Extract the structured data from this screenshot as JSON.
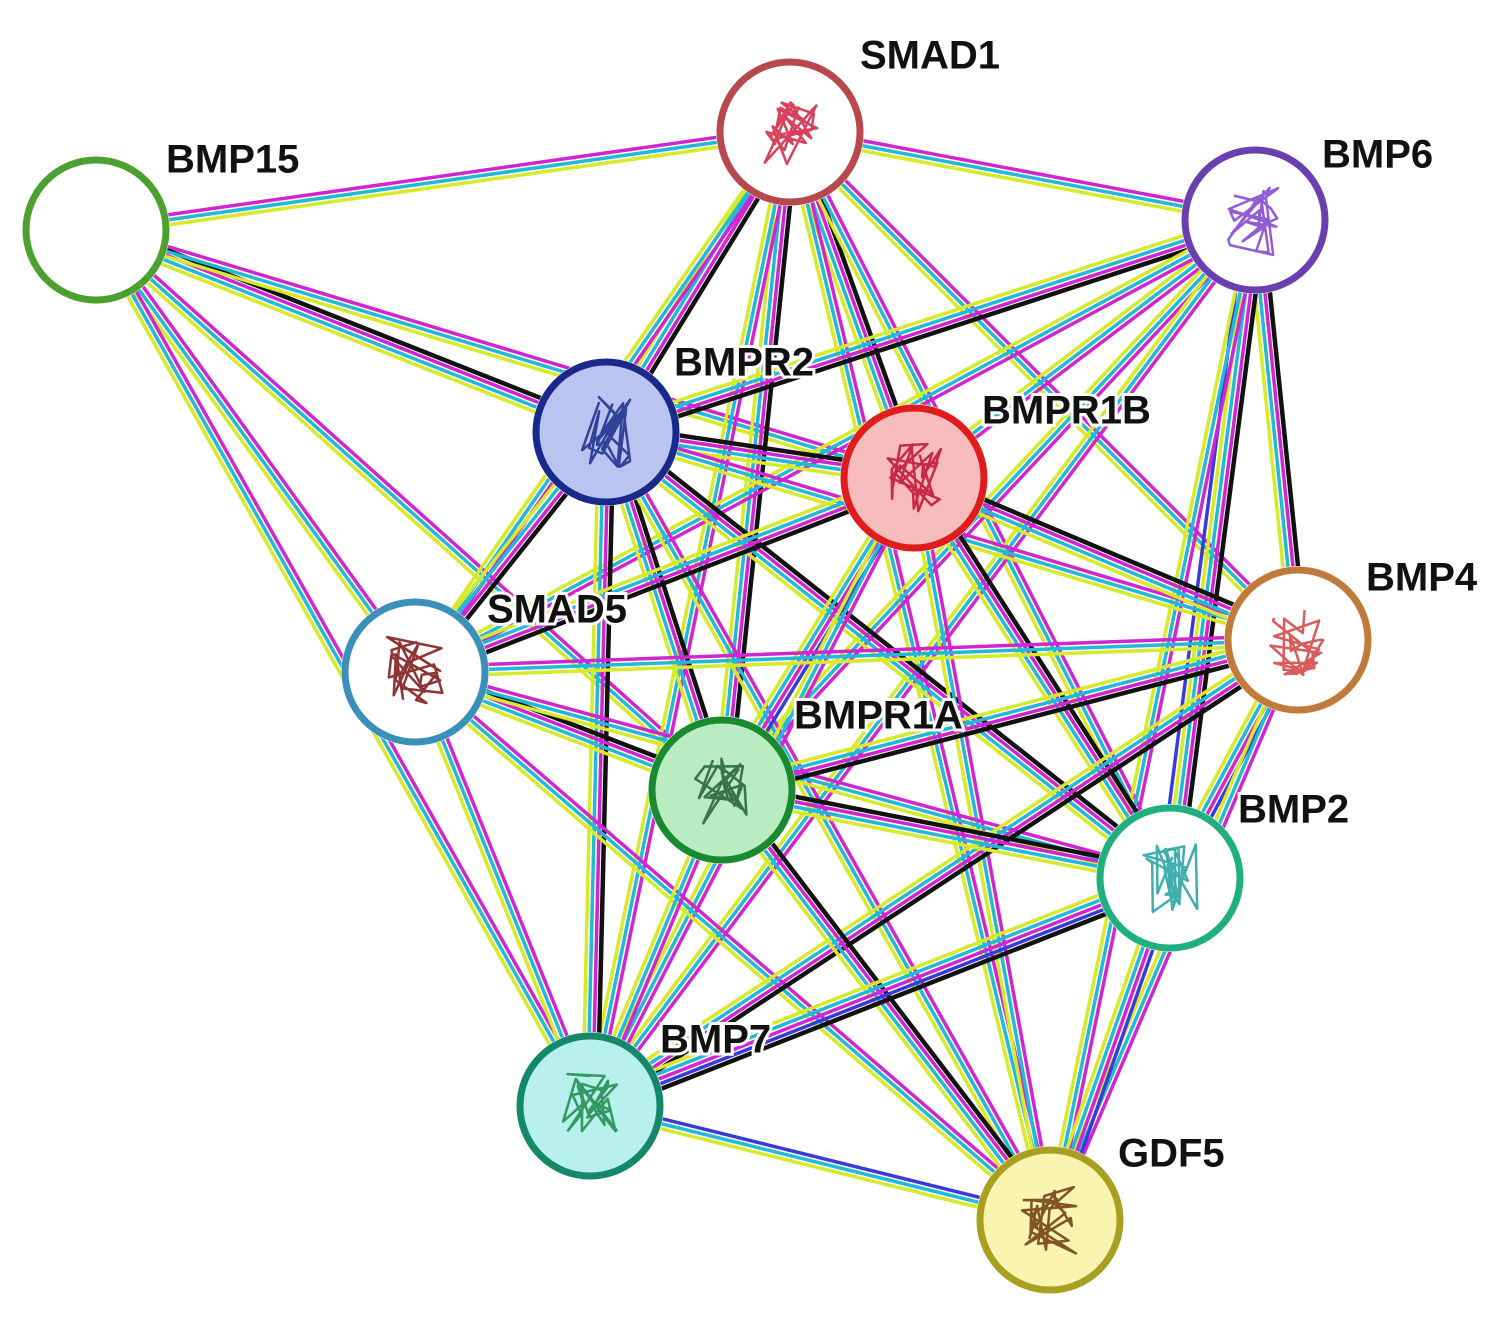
{
  "network": {
    "edge_colors": {
      "pink": "#d026d0",
      "cyan": "#22b8d8",
      "yellow": "#d6ea2a",
      "black": "#111111",
      "blue": "#3a3ad8"
    },
    "nodes": [
      {
        "id": "SMAD1",
        "label": "SMAD1",
        "color": "#b8484e",
        "fill": "#ffffff",
        "glyph": "#d02040",
        "structure": true
      },
      {
        "id": "BMP15",
        "label": "BMP15",
        "color": "#4ca030",
        "fill": "#ffffff",
        "glyph": "",
        "structure": false
      },
      {
        "id": "BMP6",
        "label": "BMP6",
        "color": "#6a40b0",
        "fill": "#ffffff",
        "glyph": "#8040d0",
        "structure": true
      },
      {
        "id": "BMPR2",
        "label": "BMPR2",
        "color": "#1a2a8a",
        "fill": "#b9c4f0",
        "glyph": "#1a2a8a",
        "structure": true
      },
      {
        "id": "BMPR1B",
        "label": "BMPR1B",
        "color": "#e01c1c",
        "fill": "#f8bcbc",
        "glyph": "#c01030",
        "structure": true
      },
      {
        "id": "SMAD5",
        "label": "SMAD5",
        "color": "#3a90b8",
        "fill": "#ffffff",
        "glyph": "#7a1010",
        "structure": true
      },
      {
        "id": "BMP4",
        "label": "BMP4",
        "color": "#c07a3a",
        "fill": "#ffffff",
        "glyph": "#d04040",
        "structure": true
      },
      {
        "id": "BMPR1A",
        "label": "BMPR1A",
        "color": "#1a8a30",
        "fill": "#b9ecc0",
        "glyph": "#206030",
        "structure": true
      },
      {
        "id": "BMP2",
        "label": "BMP2",
        "color": "#20b080",
        "fill": "#ffffff",
        "glyph": "#20a0a0",
        "structure": true
      },
      {
        "id": "BMP7",
        "label": "BMP7",
        "color": "#148868",
        "fill": "#b8f0ee",
        "glyph": "#1a8a4a",
        "structure": true
      },
      {
        "id": "GDF5",
        "label": "GDF5",
        "color": "#a8a020",
        "fill": "#fbf3b0",
        "glyph": "#6a3a10",
        "structure": true
      }
    ],
    "edges": [
      {
        "source": "BMP15",
        "target": "SMAD1",
        "types": [
          "pink",
          "cyan",
          "yellow"
        ]
      },
      {
        "source": "BMP15",
        "target": "BMPR2",
        "types": [
          "black",
          "pink",
          "cyan",
          "yellow"
        ]
      },
      {
        "source": "BMP15",
        "target": "BMPR1B",
        "types": [
          "pink",
          "cyan",
          "yellow"
        ]
      },
      {
        "source": "BMP15",
        "target": "SMAD5",
        "types": [
          "pink",
          "cyan",
          "yellow"
        ]
      },
      {
        "source": "BMP15",
        "target": "BMPR1A",
        "types": [
          "pink",
          "cyan",
          "yellow"
        ]
      },
      {
        "source": "BMP15",
        "target": "BMP7",
        "types": [
          "pink",
          "cyan",
          "yellow"
        ]
      },
      {
        "source": "SMAD1",
        "target": "BMP6",
        "types": [
          "pink",
          "cyan",
          "yellow"
        ]
      },
      {
        "source": "SMAD1",
        "target": "BMPR2",
        "types": [
          "black",
          "pink",
          "cyan",
          "yellow"
        ]
      },
      {
        "source": "SMAD1",
        "target": "BMPR1B",
        "types": [
          "black",
          "pink",
          "cyan",
          "yellow"
        ]
      },
      {
        "source": "SMAD1",
        "target": "SMAD5",
        "types": [
          "pink",
          "cyan",
          "yellow"
        ]
      },
      {
        "source": "SMAD1",
        "target": "BMP4",
        "types": [
          "pink",
          "cyan",
          "yellow"
        ]
      },
      {
        "source": "SMAD1",
        "target": "BMPR1A",
        "types": [
          "black",
          "pink",
          "cyan",
          "yellow"
        ]
      },
      {
        "source": "SMAD1",
        "target": "BMP2",
        "types": [
          "pink",
          "cyan",
          "yellow"
        ]
      },
      {
        "source": "SMAD1",
        "target": "BMP7",
        "types": [
          "pink",
          "cyan",
          "yellow"
        ]
      },
      {
        "source": "SMAD1",
        "target": "GDF5",
        "types": [
          "pink",
          "cyan",
          "yellow"
        ]
      },
      {
        "source": "BMP6",
        "target": "BMPR2",
        "types": [
          "black",
          "pink",
          "cyan",
          "yellow"
        ]
      },
      {
        "source": "BMP6",
        "target": "BMPR1B",
        "types": [
          "pink",
          "cyan",
          "yellow"
        ]
      },
      {
        "source": "BMP6",
        "target": "SMAD5",
        "types": [
          "pink",
          "cyan",
          "yellow"
        ]
      },
      {
        "source": "BMP6",
        "target": "BMP4",
        "types": [
          "black",
          "pink",
          "cyan",
          "yellow"
        ]
      },
      {
        "source": "BMP6",
        "target": "BMPR1A",
        "types": [
          "pink",
          "cyan",
          "yellow"
        ]
      },
      {
        "source": "BMP6",
        "target": "BMP2",
        "types": [
          "black",
          "pink",
          "cyan",
          "yellow",
          "blue"
        ]
      },
      {
        "source": "BMP6",
        "target": "BMP7",
        "types": [
          "pink",
          "cyan",
          "yellow"
        ]
      },
      {
        "source": "BMP6",
        "target": "GDF5",
        "types": [
          "pink",
          "cyan",
          "yellow"
        ]
      },
      {
        "source": "BMPR2",
        "target": "BMPR1B",
        "types": [
          "black",
          "pink",
          "cyan",
          "yellow"
        ]
      },
      {
        "source": "BMPR2",
        "target": "SMAD5",
        "types": [
          "black",
          "pink",
          "cyan",
          "yellow"
        ]
      },
      {
        "source": "BMPR2",
        "target": "BMP4",
        "types": [
          "pink",
          "cyan",
          "yellow"
        ]
      },
      {
        "source": "BMPR2",
        "target": "BMPR1A",
        "types": [
          "black",
          "pink",
          "cyan",
          "yellow"
        ]
      },
      {
        "source": "BMPR2",
        "target": "BMP2",
        "types": [
          "black",
          "pink",
          "cyan",
          "yellow"
        ]
      },
      {
        "source": "BMPR2",
        "target": "BMP7",
        "types": [
          "black",
          "pink",
          "cyan",
          "yellow"
        ]
      },
      {
        "source": "BMPR2",
        "target": "GDF5",
        "types": [
          "pink",
          "cyan",
          "yellow"
        ]
      },
      {
        "source": "BMPR1B",
        "target": "SMAD5",
        "types": [
          "black",
          "pink",
          "cyan",
          "yellow"
        ]
      },
      {
        "source": "BMPR1B",
        "target": "BMP4",
        "types": [
          "black",
          "pink",
          "cyan",
          "yellow"
        ]
      },
      {
        "source": "BMPR1B",
        "target": "BMPR1A",
        "types": [
          "blue",
          "pink",
          "cyan",
          "yellow"
        ]
      },
      {
        "source": "BMPR1B",
        "target": "BMP2",
        "types": [
          "black",
          "pink",
          "cyan",
          "yellow"
        ]
      },
      {
        "source": "BMPR1B",
        "target": "BMP7",
        "types": [
          "pink",
          "cyan",
          "yellow"
        ]
      },
      {
        "source": "BMPR1B",
        "target": "GDF5",
        "types": [
          "pink",
          "cyan",
          "yellow"
        ]
      },
      {
        "source": "SMAD5",
        "target": "BMP4",
        "types": [
          "pink",
          "cyan",
          "yellow"
        ]
      },
      {
        "source": "SMAD5",
        "target": "BMPR1A",
        "types": [
          "black",
          "pink",
          "cyan",
          "yellow"
        ]
      },
      {
        "source": "SMAD5",
        "target": "BMP2",
        "types": [
          "pink",
          "cyan",
          "yellow"
        ]
      },
      {
        "source": "SMAD5",
        "target": "BMP7",
        "types": [
          "pink",
          "cyan",
          "yellow"
        ]
      },
      {
        "source": "SMAD5",
        "target": "GDF5",
        "types": [
          "pink",
          "cyan",
          "yellow"
        ]
      },
      {
        "source": "BMP4",
        "target": "BMPR1A",
        "types": [
          "black",
          "pink",
          "cyan",
          "yellow"
        ]
      },
      {
        "source": "BMP4",
        "target": "BMP2",
        "types": [
          "blue",
          "pink",
          "cyan",
          "yellow"
        ]
      },
      {
        "source": "BMP4",
        "target": "BMP7",
        "types": [
          "black",
          "pink",
          "cyan",
          "yellow"
        ]
      },
      {
        "source": "BMP4",
        "target": "GDF5",
        "types": [
          "pink",
          "cyan",
          "yellow"
        ]
      },
      {
        "source": "BMPR1A",
        "target": "BMP2",
        "types": [
          "black",
          "pink",
          "cyan",
          "yellow"
        ]
      },
      {
        "source": "BMPR1A",
        "target": "BMP7",
        "types": [
          "pink",
          "cyan",
          "yellow"
        ]
      },
      {
        "source": "BMPR1A",
        "target": "GDF5",
        "types": [
          "black",
          "pink",
          "cyan",
          "yellow"
        ]
      },
      {
        "source": "BMP2",
        "target": "BMP7",
        "types": [
          "black",
          "blue",
          "pink",
          "cyan",
          "yellow"
        ]
      },
      {
        "source": "BMP2",
        "target": "GDF5",
        "types": [
          "blue",
          "pink",
          "cyan",
          "yellow"
        ]
      },
      {
        "source": "BMP7",
        "target": "GDF5",
        "types": [
          "blue",
          "cyan",
          "yellow"
        ]
      }
    ]
  }
}
